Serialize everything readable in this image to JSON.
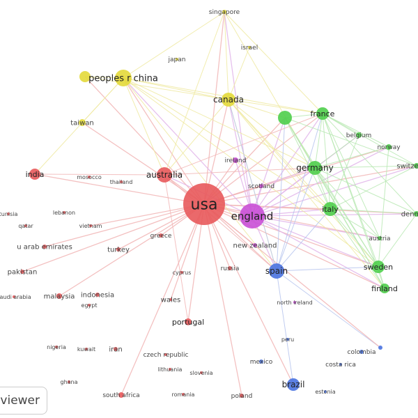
{
  "title": "VOSviewer country co-authorship network",
  "logo_text": "rSviewer",
  "clusters": {
    "red": "#e8595b",
    "yellow": "#e3d93a",
    "green": "#4fce4b",
    "purple": "#c94fd6",
    "blue": "#4a73e0"
  },
  "nodes": [
    {
      "label": "usa",
      "cluster": "red"
    },
    {
      "label": "england",
      "cluster": "purple"
    },
    {
      "label": "peoples r china",
      "cluster": "yellow"
    },
    {
      "label": "",
      "cluster": "yellow"
    },
    {
      "label": "canada",
      "cluster": "yellow"
    },
    {
      "label": "singapore",
      "cluster": "yellow"
    },
    {
      "label": "japan",
      "cluster": "yellow"
    },
    {
      "label": "israel",
      "cluster": "yellow"
    },
    {
      "label": "taiwan",
      "cluster": "yellow"
    },
    {
      "label": "france",
      "cluster": "green"
    },
    {
      "label": "",
      "cluster": "green"
    },
    {
      "label": "belgium",
      "cluster": "green"
    },
    {
      "label": "norway",
      "cluster": "green"
    },
    {
      "label": "switzerland",
      "cluster": "green"
    },
    {
      "label": "germany",
      "cluster": "green"
    },
    {
      "label": "italy",
      "cluster": "green"
    },
    {
      "label": "denmark",
      "cluster": "green"
    },
    {
      "label": "austria",
      "cluster": "green"
    },
    {
      "label": "sweden",
      "cluster": "green"
    },
    {
      "label": "finland",
      "cluster": "green"
    },
    {
      "label": "ireland",
      "cluster": "purple"
    },
    {
      "label": "scotland",
      "cluster": "purple"
    },
    {
      "label": "new zealand",
      "cluster": "purple"
    },
    {
      "label": "spain",
      "cluster": "blue"
    },
    {
      "label": "brazil",
      "cluster": "blue"
    },
    {
      "label": "mexico",
      "cluster": "blue"
    },
    {
      "label": "colombia",
      "cluster": "blue"
    },
    {
      "label": "",
      "cluster": "blue"
    },
    {
      "label": "costa rica",
      "cluster": "blue"
    },
    {
      "label": "peru",
      "cluster": "blue"
    },
    {
      "label": "north ireland",
      "cluster": "purple"
    },
    {
      "label": "estonia",
      "cluster": "blue"
    },
    {
      "label": "australia",
      "cluster": "red"
    },
    {
      "label": "india",
      "cluster": "red"
    },
    {
      "label": "mosocco",
      "cluster": "red"
    },
    {
      "label": "thailand",
      "cluster": "red"
    },
    {
      "label": "tunisia",
      "cluster": "red"
    },
    {
      "label": "lebanon",
      "cluster": "red"
    },
    {
      "label": "qatar",
      "cluster": "red"
    },
    {
      "label": "vietnam",
      "cluster": "red"
    },
    {
      "label": "greece",
      "cluster": "red"
    },
    {
      "label": "u arab emirates",
      "cluster": "red"
    },
    {
      "label": "turkey",
      "cluster": "red"
    },
    {
      "label": "pakistan",
      "cluster": "red"
    },
    {
      "label": "saudi arabia",
      "cluster": "red"
    },
    {
      "label": "malaysia",
      "cluster": "red"
    },
    {
      "label": "indonesia",
      "cluster": "red"
    },
    {
      "label": "egypt",
      "cluster": "red"
    },
    {
      "label": "cyprus",
      "cluster": "red"
    },
    {
      "label": "russia",
      "cluster": "red"
    },
    {
      "label": "wales",
      "cluster": "red"
    },
    {
      "label": "portugal",
      "cluster": "red"
    },
    {
      "label": "nigeria",
      "cluster": "red"
    },
    {
      "label": "kuwait",
      "cluster": "red"
    },
    {
      "label": "iran",
      "cluster": "red"
    },
    {
      "label": "czech republic",
      "cluster": "red"
    },
    {
      "label": "lithuania",
      "cluster": "red"
    },
    {
      "label": "slovenia",
      "cluster": "red"
    },
    {
      "label": "ghana",
      "cluster": "red"
    },
    {
      "label": "south africa",
      "cluster": "red"
    },
    {
      "label": "romania",
      "cluster": "red"
    },
    {
      "label": "poland",
      "cluster": "red"
    }
  ],
  "edges": [
    [
      0,
      1
    ],
    [
      0,
      2
    ],
    [
      0,
      3
    ],
    [
      0,
      4
    ],
    [
      0,
      8
    ],
    [
      0,
      9
    ],
    [
      0,
      10
    ],
    [
      0,
      14
    ],
    [
      0,
      15
    ],
    [
      0,
      18
    ],
    [
      0,
      19
    ],
    [
      0,
      20
    ],
    [
      0,
      21
    ],
    [
      0,
      22
    ],
    [
      0,
      23
    ],
    [
      0,
      24
    ],
    [
      0,
      32
    ],
    [
      0,
      33
    ],
    [
      0,
      39
    ],
    [
      0,
      40
    ],
    [
      0,
      41
    ],
    [
      0,
      42
    ],
    [
      0,
      43
    ],
    [
      0,
      45
    ],
    [
      0,
      49
    ],
    [
      0,
      50
    ],
    [
      0,
      51
    ],
    [
      0,
      59
    ],
    [
      0,
      61
    ],
    [
      0,
      5
    ],
    [
      0,
      12
    ],
    [
      0,
      13
    ],
    [
      0,
      16
    ],
    [
      0,
      17
    ],
    [
      1,
      2
    ],
    [
      1,
      4
    ],
    [
      1,
      9
    ],
    [
      1,
      10
    ],
    [
      1,
      14
    ],
    [
      1,
      15
    ],
    [
      1,
      18
    ],
    [
      1,
      19
    ],
    [
      1,
      23
    ],
    [
      1,
      32
    ],
    [
      1,
      20
    ],
    [
      1,
      21
    ],
    [
      1,
      5
    ],
    [
      1,
      11
    ],
    [
      1,
      12
    ],
    [
      1,
      13
    ],
    [
      1,
      16
    ],
    [
      1,
      17
    ],
    [
      2,
      3
    ],
    [
      2,
      4
    ],
    [
      2,
      5
    ],
    [
      2,
      8
    ],
    [
      2,
      9
    ],
    [
      2,
      14
    ],
    [
      2,
      15
    ],
    [
      2,
      32
    ],
    [
      2,
      33
    ],
    [
      2,
      23
    ],
    [
      2,
      18
    ],
    [
      3,
      4
    ],
    [
      4,
      5
    ],
    [
      4,
      7
    ],
    [
      4,
      9
    ],
    [
      4,
      14
    ],
    [
      4,
      18
    ],
    [
      4,
      15
    ],
    [
      4,
      10
    ],
    [
      4,
      32
    ],
    [
      4,
      23
    ],
    [
      4,
      19
    ],
    [
      5,
      9
    ],
    [
      5,
      14
    ],
    [
      5,
      32
    ],
    [
      9,
      10
    ],
    [
      9,
      14
    ],
    [
      9,
      15
    ],
    [
      9,
      11
    ],
    [
      9,
      12
    ],
    [
      9,
      13
    ],
    [
      9,
      18
    ],
    [
      9,
      19
    ],
    [
      9,
      17
    ],
    [
      9,
      16
    ],
    [
      10,
      14
    ],
    [
      10,
      15
    ],
    [
      10,
      18
    ],
    [
      10,
      19
    ],
    [
      10,
      13
    ],
    [
      14,
      15
    ],
    [
      14,
      11
    ],
    [
      14,
      12
    ],
    [
      14,
      13
    ],
    [
      14,
      16
    ],
    [
      14,
      17
    ],
    [
      14,
      18
    ],
    [
      14,
      19
    ],
    [
      15,
      16
    ],
    [
      15,
      17
    ],
    [
      15,
      18
    ],
    [
      15,
      19
    ],
    [
      18,
      19
    ],
    [
      16,
      18
    ],
    [
      12,
      18
    ],
    [
      11,
      15
    ],
    [
      13,
      15
    ],
    [
      23,
      24
    ],
    [
      23,
      27
    ],
    [
      23,
      15
    ],
    [
      23,
      18
    ],
    [
      23,
      14
    ],
    [
      23,
      9
    ],
    [
      23,
      10
    ],
    [
      32,
      23
    ],
    [
      32,
      14
    ],
    [
      32,
      9
    ],
    [
      0,
      27
    ],
    [
      32,
      51
    ],
    [
      32,
      33
    ],
    [
      23,
      4
    ],
    [
      21,
      14
    ]
  ],
  "edge_colors": {
    "red": "#f2b6b6",
    "yellow": "#efe9a0",
    "green": "#b8e8b2",
    "purple": "#e2b6ea",
    "blue": "#b6c4ee"
  }
}
